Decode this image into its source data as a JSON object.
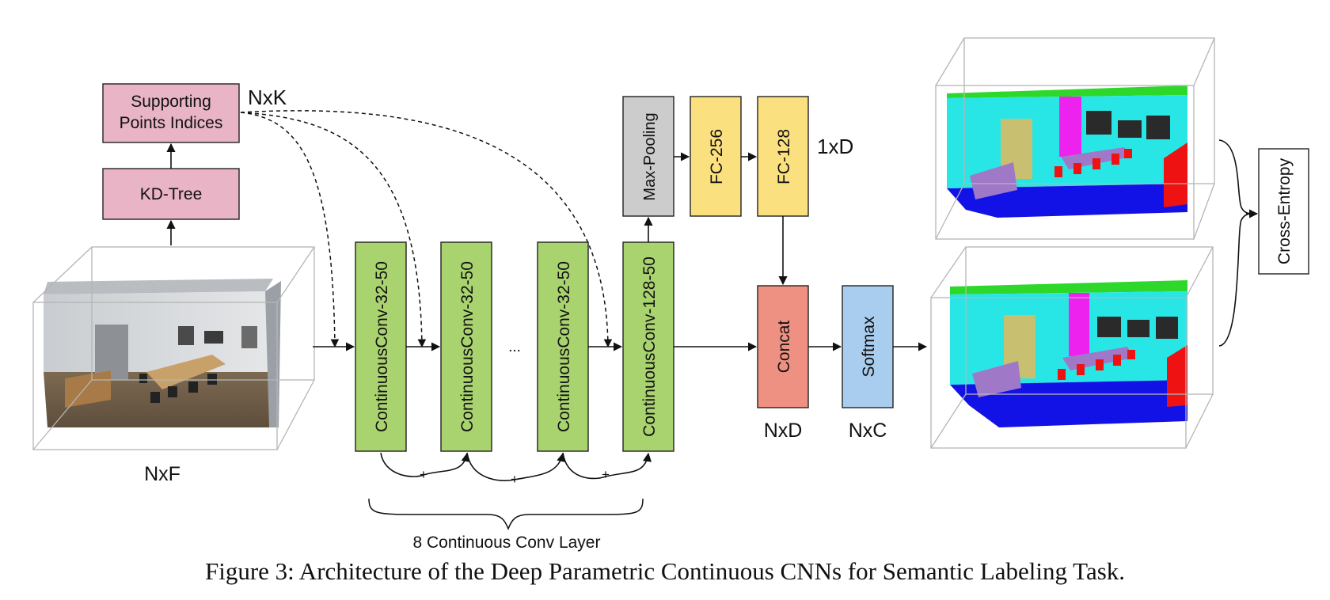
{
  "diagram": {
    "input_dim_label": "NxF",
    "kdtree_label": "KD-Tree",
    "support_line1": "Supporting",
    "support_line2": "Points Indices",
    "support_dim_label": "NxK",
    "conv1_label": "ContinuousConv-32-50",
    "conv2_label": "ContinuousConv-32-50",
    "conv3_label": "ContinuousConv-32-50",
    "conv4_label": "ContinuousConv-128-50",
    "ellipsis": "...",
    "plus": "+",
    "brace_label": "8 Continuous Conv Layer",
    "maxpool_label": "Max-Pooling",
    "fc256_label": "FC-256",
    "fc128_label": "FC-128",
    "global_dim_label": "1xD",
    "concat_label": "Concat",
    "concat_dim_label": "NxD",
    "softmax_label": "Softmax",
    "softmax_dim_label": "NxC",
    "loss_label": "Cross-Entropy"
  },
  "colors": {
    "pink": "#e8b4c6",
    "green": "#a9d36f",
    "gray": "#cccccc",
    "yellow": "#fbe07f",
    "salmon": "#ee9182",
    "blue": "#a9cdee"
  },
  "caption": "Figure 3: Architecture of the Deep Parametric Continuous CNNs for Semantic Labeling Task."
}
